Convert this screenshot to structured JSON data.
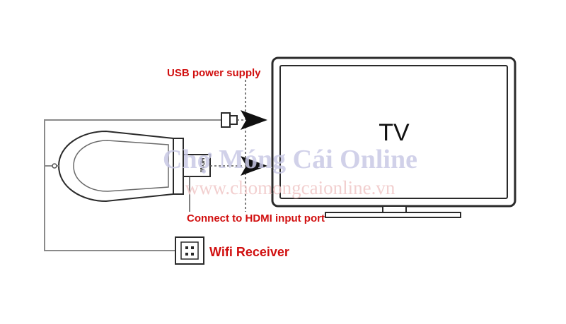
{
  "labels": {
    "usb_power": "USB power supply",
    "tv": "TV",
    "hdmi_port": "Connect to HDMI input port",
    "wifi_receiver": "Wifi Receiver",
    "dongle_text": "HDMI"
  },
  "watermark": {
    "line1": "Chợ Móng Cái Online",
    "line2": "www.chomongcaionline.vn"
  },
  "colors": {
    "label_red": "#d10f0f",
    "outline": "#2a2a2a",
    "cable": "#8a8a8a",
    "watermark_blue": "#c9c9e6",
    "watermark_red": "#f0c7c7"
  }
}
